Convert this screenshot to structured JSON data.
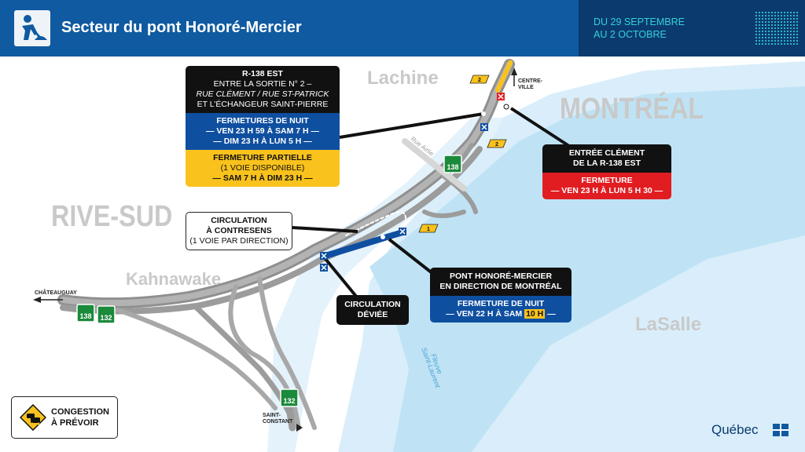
{
  "header": {
    "title": "Secteur du pont Honoré-Mercier",
    "dates_line1": "DU 29 SEPTEMBRE",
    "dates_line2": "AU 2 OCTOBRE",
    "icon": "road-worker-icon"
  },
  "places": {
    "lachine": "Lachine",
    "montreal": "MONTRÉAL",
    "rive_sud": "RIVE-SUD",
    "kahnawake": "Kahnawake",
    "lasalle": "LaSalle",
    "fleuve": "Fleuve",
    "saint_laurent": "Saint-Laurent",
    "rue_airlie": "Rue Airlie",
    "chateauguay": "CHÂTEAUGUAY",
    "saint_constant_1": "SAINT-",
    "saint_constant_2": "CONSTANT",
    "centre_ville_1": "CENTRE-",
    "centre_ville_2": "VILLE"
  },
  "shields": {
    "r138_a": "138",
    "r138_b": "138",
    "a132_a": "132",
    "a132_b": "132",
    "exit_2a": "2",
    "exit_2b": "2",
    "exit_1": "1"
  },
  "callout_r138": {
    "title": "R-138 EST",
    "line1": "ENTRE LA SORTIE N° 2 –",
    "line2": "RUE CLÉMENT / RUE ST-PATRICK",
    "line3": "ET L’ÉCHANGEUR SAINT-PIERRE",
    "night_title": "FERMETURES DE NUIT",
    "night_1": "— VEN 23 H 59 À SAM 7 H —",
    "night_2": "— DIM 23 H À LUN 5 H —",
    "partial_title": "FERMETURE PARTIELLE",
    "partial_1": "(1 VOIE DISPONIBLE)",
    "partial_2": "— SAM 7 H À DIM 23 H —"
  },
  "callout_clement": {
    "title_1": "ENTRÉE CLÉMENT",
    "title_2": "DE LA R-138 EST",
    "closure_title": "FERMETURE",
    "closure_time": "— VEN 23 H À LUN 5 H 30 —"
  },
  "callout_contresens": {
    "line1": "CIRCULATION",
    "line2": "À CONTRESENS",
    "line3": "(1 VOIE PAR DIRECTION)"
  },
  "callout_pont": {
    "title_1": "PONT HONORÉ-MERCIER",
    "title_2": "EN DIRECTION DE MONTRÉAL",
    "night_title": "FERMETURE DE NUIT",
    "night_pre": "— VEN 22 H À SAM",
    "night_hi": "10 H",
    "night_post": "—"
  },
  "callout_deviee": {
    "line1": "CIRCULATION",
    "line2": "DÉVIÉE"
  },
  "legend": {
    "line1": "CONGESTION",
    "line2": "À PRÉVOIR",
    "icon": "traffic-jam-icon"
  },
  "logo": "Québec",
  "colors": {
    "header_blue": "#0f5aa0",
    "header_dark": "#0b3a6e",
    "closure_blue": "#0f4fa0",
    "partial_yellow": "#f9c21c",
    "closure_red": "#e11d22",
    "river": "#cfeaf8",
    "road": "#9a9a9a"
  }
}
